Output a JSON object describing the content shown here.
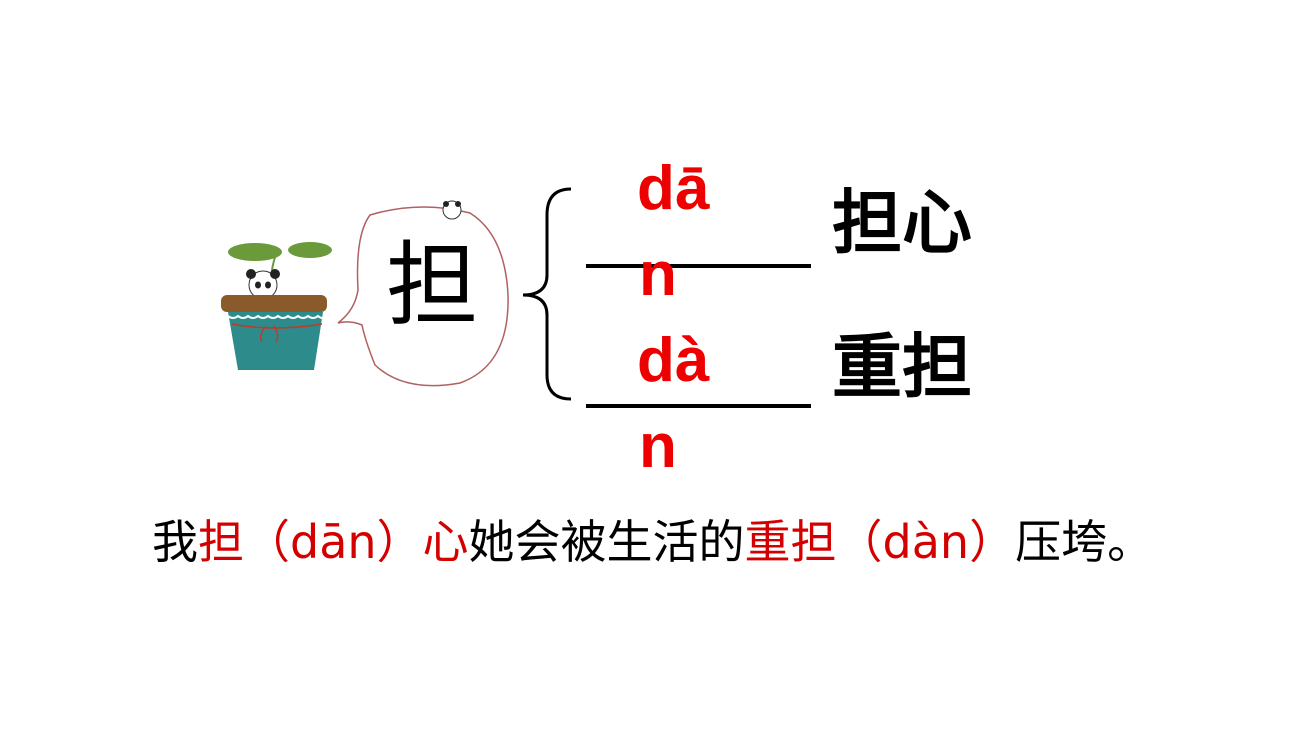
{
  "main_character": "担",
  "entries": [
    {
      "pinyin_line1": "dā",
      "pinyin_line2": "n",
      "word": "担心"
    },
    {
      "pinyin_line1": "dà",
      "pinyin_line2": "n",
      "word": "重担"
    }
  ],
  "sentence": {
    "p1": "我",
    "p2": "担（dān）心",
    "p3": "她会被生活的",
    "p4": "重担（dàn）",
    "p5": "压垮。"
  },
  "colors": {
    "accent": "#ee0000",
    "text": "#000000",
    "pot": "#2e8b8b",
    "soil": "#8b5a2b",
    "leaf": "#6a9a3a"
  }
}
